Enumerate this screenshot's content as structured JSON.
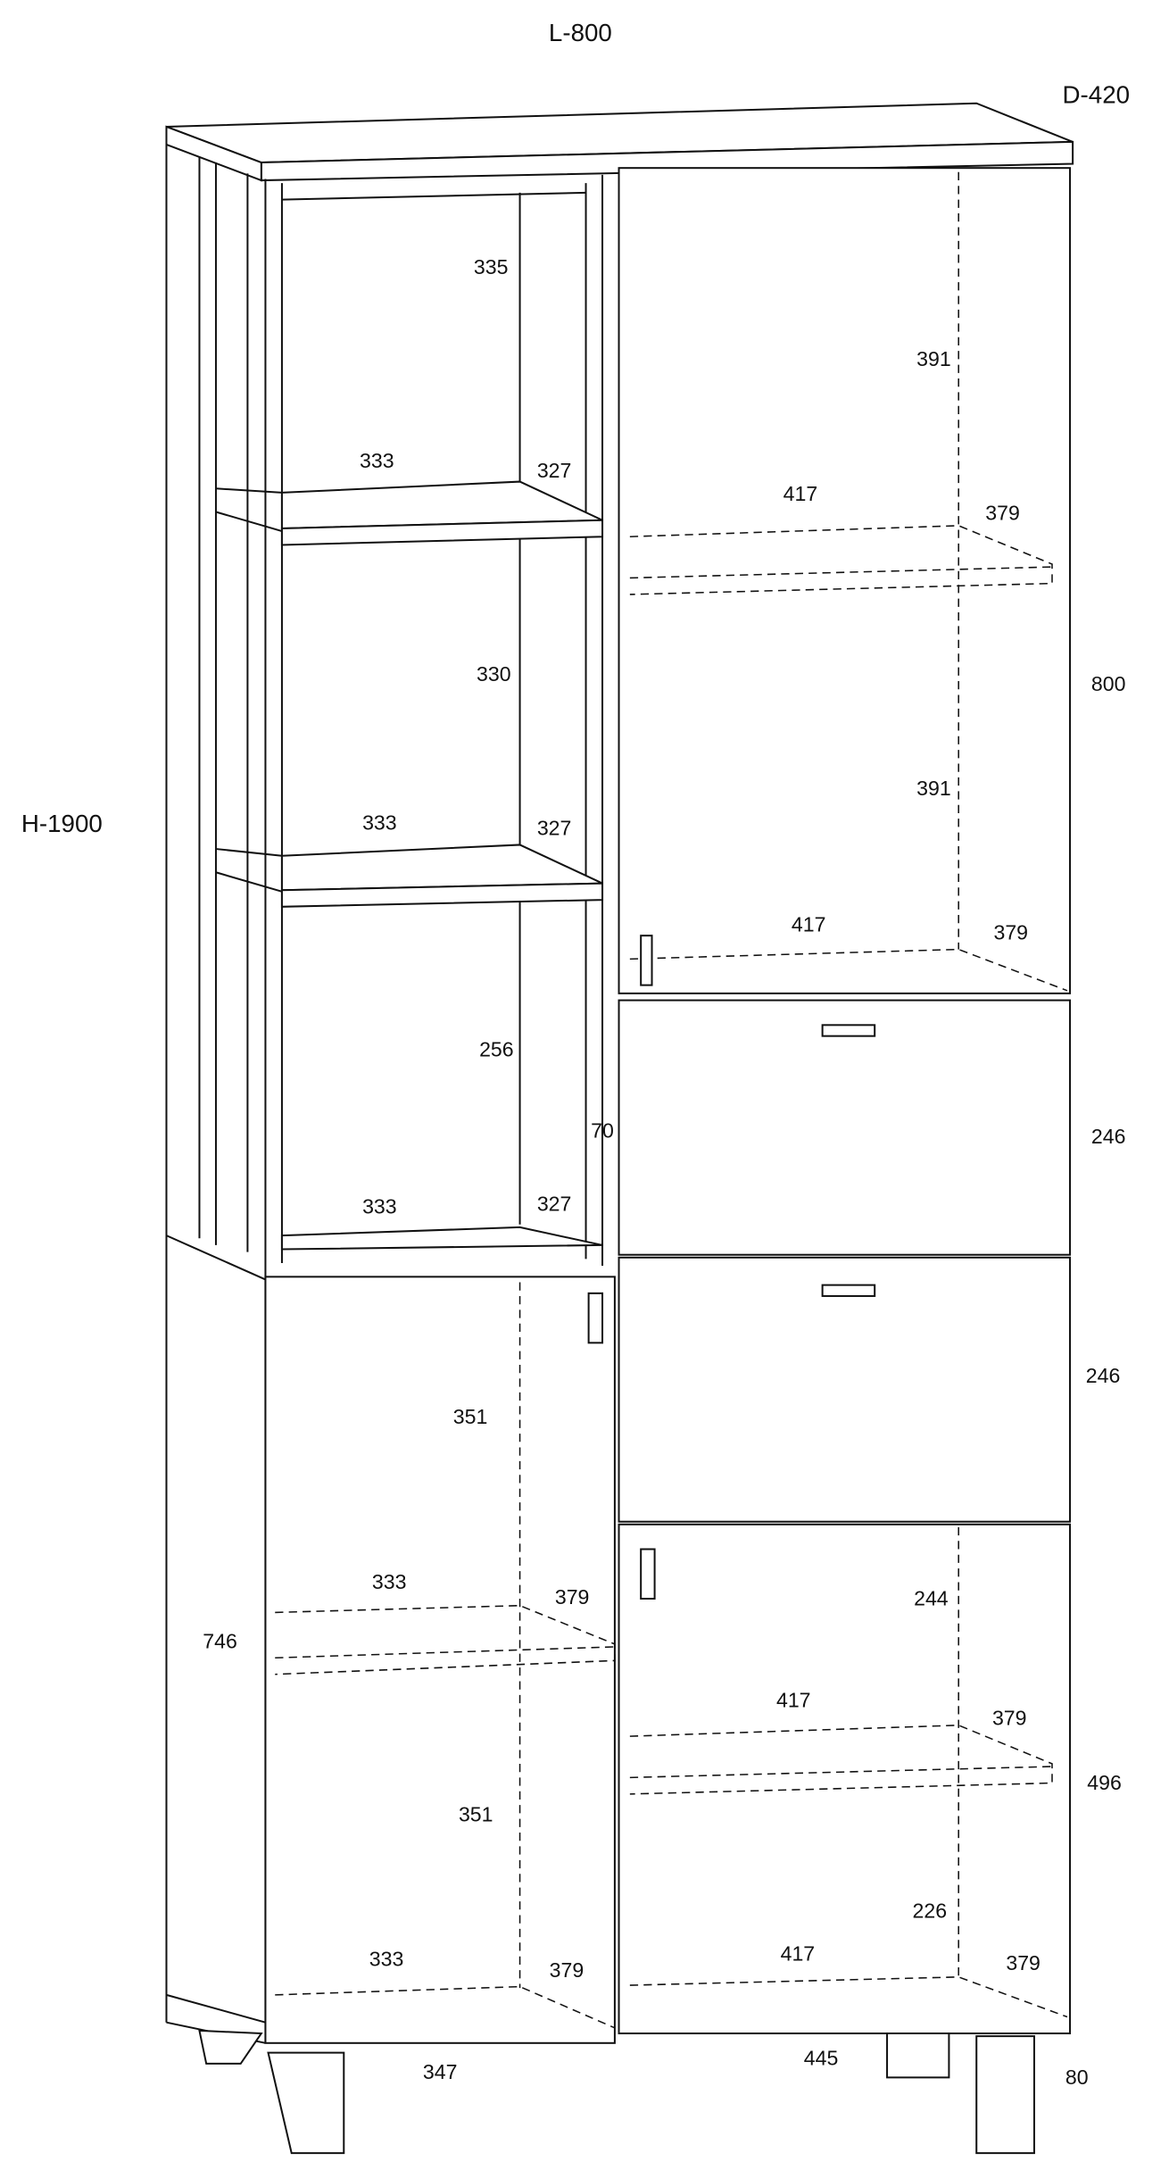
{
  "overall": {
    "width": "L-800",
    "depth": "D-420",
    "height": "H-1900"
  },
  "dimensions": [
    "335",
    "391",
    "333",
    "327",
    "417",
    "379",
    "330",
    "800",
    "391",
    "333",
    "327",
    "417",
    "379",
    "256",
    "70",
    "246",
    "333",
    "327",
    "246",
    "351",
    "333",
    "379",
    "244",
    "746",
    "417",
    "379",
    "496",
    "351",
    "226",
    "333",
    "379",
    "417",
    "379",
    "347",
    "445",
    "80"
  ]
}
